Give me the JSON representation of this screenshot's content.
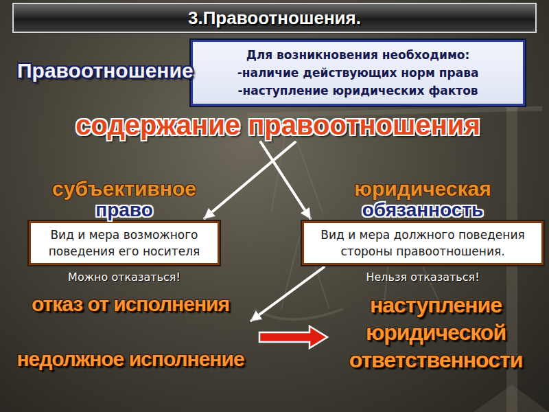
{
  "diagram": {
    "title": "3.Правоотношения.",
    "nodes": [
      {
        "text": [
          "Для возникновения необходимо:",
          "-наличие действующих норм права",
          "-наступление юридических фактов"
        ]
      },
      {
        "text": [
          "содержание правоотношения"
        ]
      },
      {
        "text": [
          "субъективное",
          "право",
          "Вид и мера возможного поведения его носителя"
        ]
      },
      {
        "text": [
          "юридическая",
          "обязанность",
          "Вид и мера должного поведения стороны правоотношения."
        ]
      },
      {
        "text": [
          "отказ от исполнения",
          "недолжное исполнение"
        ]
      },
      {
        "text": [
          "наступление юридической ответственности"
        ]
      }
    ],
    "edges": [
      {
        "from": 1,
        "to": 2,
        "arrow": "to"
      },
      {
        "from": 1,
        "to": 3,
        "arrow": "to"
      },
      {
        "from": 3,
        "to": 4,
        "arrow": "to"
      },
      {
        "from": 4,
        "to": 5,
        "arrow": "to"
      }
    ],
    "labels": [
      "Правоотношение",
      "Можно отказаться!",
      "Нельзя отказаться!"
    ]
  }
}
